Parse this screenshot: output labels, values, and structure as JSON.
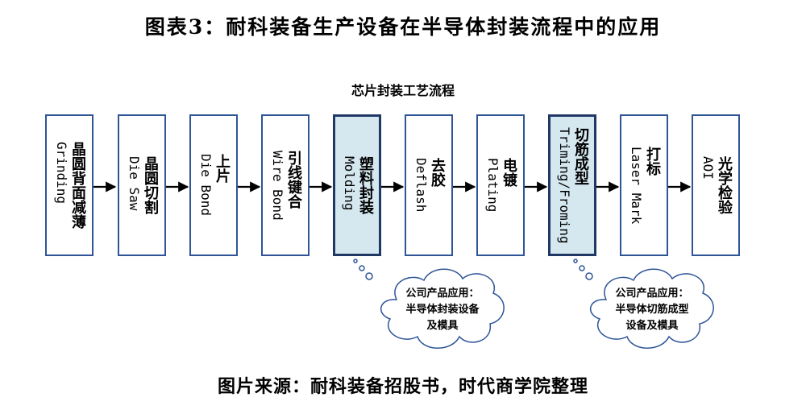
{
  "figure_title": "图表3：耐科装备生产设备在半导体封装流程中的应用",
  "flow_title": "芯片封装工艺流程",
  "steps": [
    {
      "zh": "晶圆背面减薄",
      "en": "Grinding"
    },
    {
      "zh": "晶圆切割",
      "en": "Die Saw"
    },
    {
      "zh": "上片",
      "en": "Die Bond"
    },
    {
      "zh": "引线键合",
      "en": "Wire Bond"
    },
    {
      "zh": "塑料封装",
      "en": "Molding"
    },
    {
      "zh": "去胶",
      "en": "Deflash"
    },
    {
      "zh": "电镀",
      "en": "Plating"
    },
    {
      "zh": "切筋成型",
      "en": "Triming/Froming"
    },
    {
      "zh": "打标",
      "en": "Laser Mark"
    },
    {
      "zh": "光学检验",
      "en": "AOI"
    }
  ],
  "callouts": [
    {
      "line1": "公司产品应用：",
      "line2": "半导体封装设备",
      "line3": "及模具"
    },
    {
      "line1": "公司产品应用：",
      "line2": "半导体切筋成型",
      "line3": "设备及模具"
    }
  ],
  "source": "图片来源：耐科装备招股书，时代商学院整理",
  "colors": {
    "box_border": "#2f5597",
    "highlight_fill": "#d5e7ef",
    "cloud_border": "#2f5597"
  }
}
